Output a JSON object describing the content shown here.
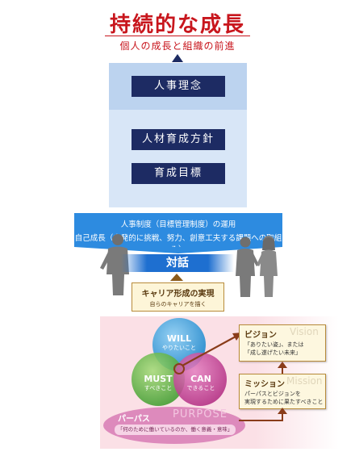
{
  "header": {
    "title": "持続的な成長",
    "subtitle": "個人の成長と組織の前進"
  },
  "pillars": {
    "philosophy": "人事理念",
    "policy": "人材育成方針",
    "goal": "育成目標"
  },
  "band": {
    "line1": "人事制度（目標管理制度）の運用",
    "line2": "自己成長（自発的に挑戦、努力、創意工夫する課題への取組み）"
  },
  "dialogue": "対話",
  "career": {
    "title": "キャリア形成の実現",
    "sub": "自らのキャリアを描く"
  },
  "circles": {
    "will": {
      "en": "WILL",
      "jp": "やりたいこと",
      "color": "#2f9ad8"
    },
    "must": {
      "en": "MUST",
      "jp": "すべきこと",
      "color": "#4caf3e"
    },
    "can": {
      "en": "CAN",
      "jp": "できること",
      "color": "#c2378f"
    }
  },
  "purpose": {
    "jp": "パーパス",
    "en": "PURPOSE",
    "desc": "「何のために働いているのか、働く意義・意味」"
  },
  "vision": {
    "jp": "ビジョン",
    "en": "Vision",
    "line1": "「ありたい姿」、または",
    "line2": "「成し遂げたい未来」"
  },
  "mission": {
    "jp": "ミッション",
    "en": "Mission",
    "line1": "パーパスとビジョンを",
    "line2": "実現するために果たすべきこと"
  },
  "colors": {
    "title_red": "#c8161d",
    "navy": "#1d2b63",
    "band_blue": "#2d8be0",
    "brown": "#8a5a1a",
    "pink_bg": "#fbe0e6"
  }
}
